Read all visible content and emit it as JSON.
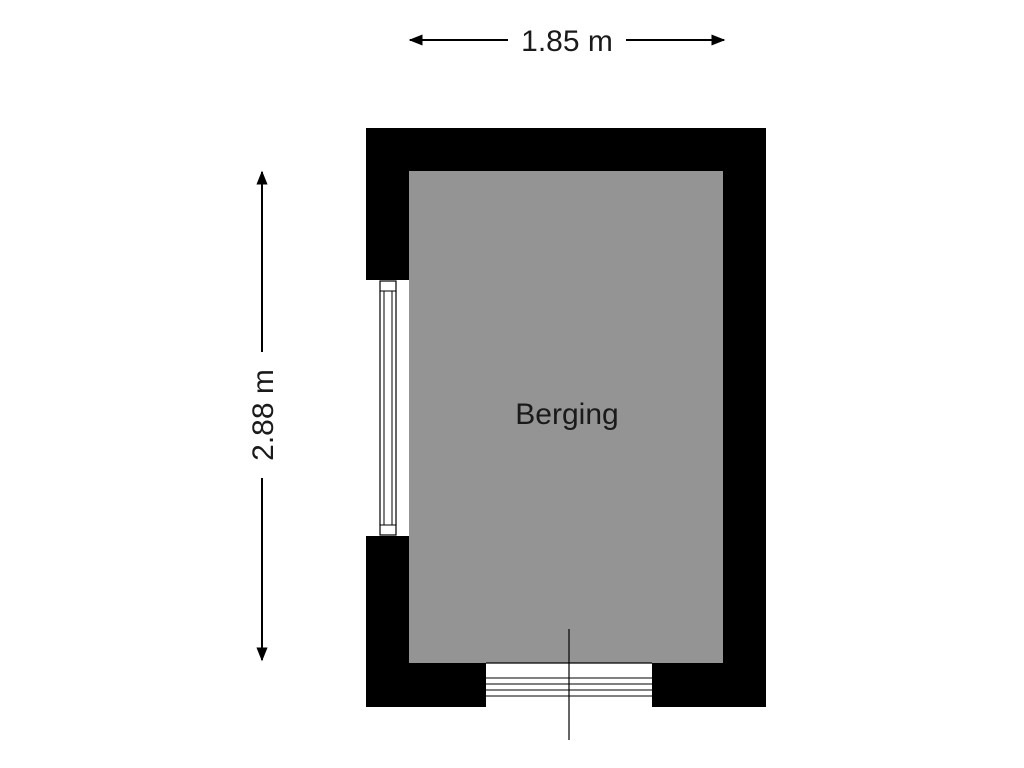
{
  "floorplan": {
    "room": {
      "name": "Berging",
      "width_label": "1.85 m",
      "length_label": "2.88 m"
    },
    "colors": {
      "wall": "#000000",
      "floor": "#949494",
      "arrow": "#000000"
    }
  }
}
